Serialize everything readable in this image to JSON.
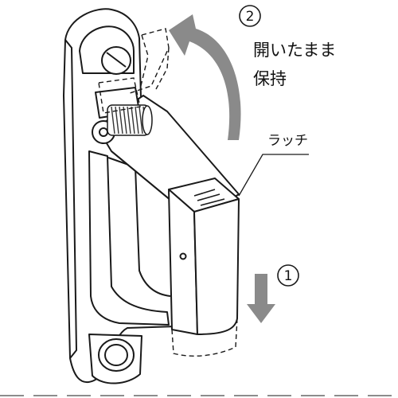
{
  "step2": {
    "number": "2",
    "line1": "開いたまま",
    "line2": "保持"
  },
  "latch": {
    "label": "ラッチ"
  },
  "step1": {
    "number": "1"
  },
  "colors": {
    "line": "#1a1a1a",
    "arrow": "#8a8a8a",
    "body": "#ffffff",
    "shade": "#d9d9d9"
  }
}
